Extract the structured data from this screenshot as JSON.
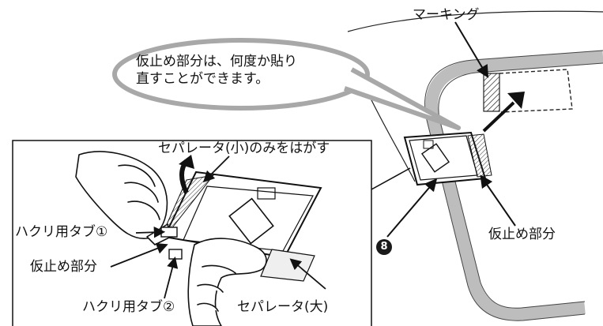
{
  "labels": {
    "marking": "マーキング",
    "bubble_line1": "仮止め部分は、何度か貼り",
    "bubble_line2": "直すことができます。",
    "separator_small": "セパレータ(小)のみをはがす",
    "tab1": "ハクリ用タブ①",
    "temp_part_left": "仮止め部分",
    "tab2": "ハクリ用タブ②",
    "separator_large": "セパレータ(大)",
    "temp_part_right": "仮止め部分",
    "step_number": "8"
  }
}
